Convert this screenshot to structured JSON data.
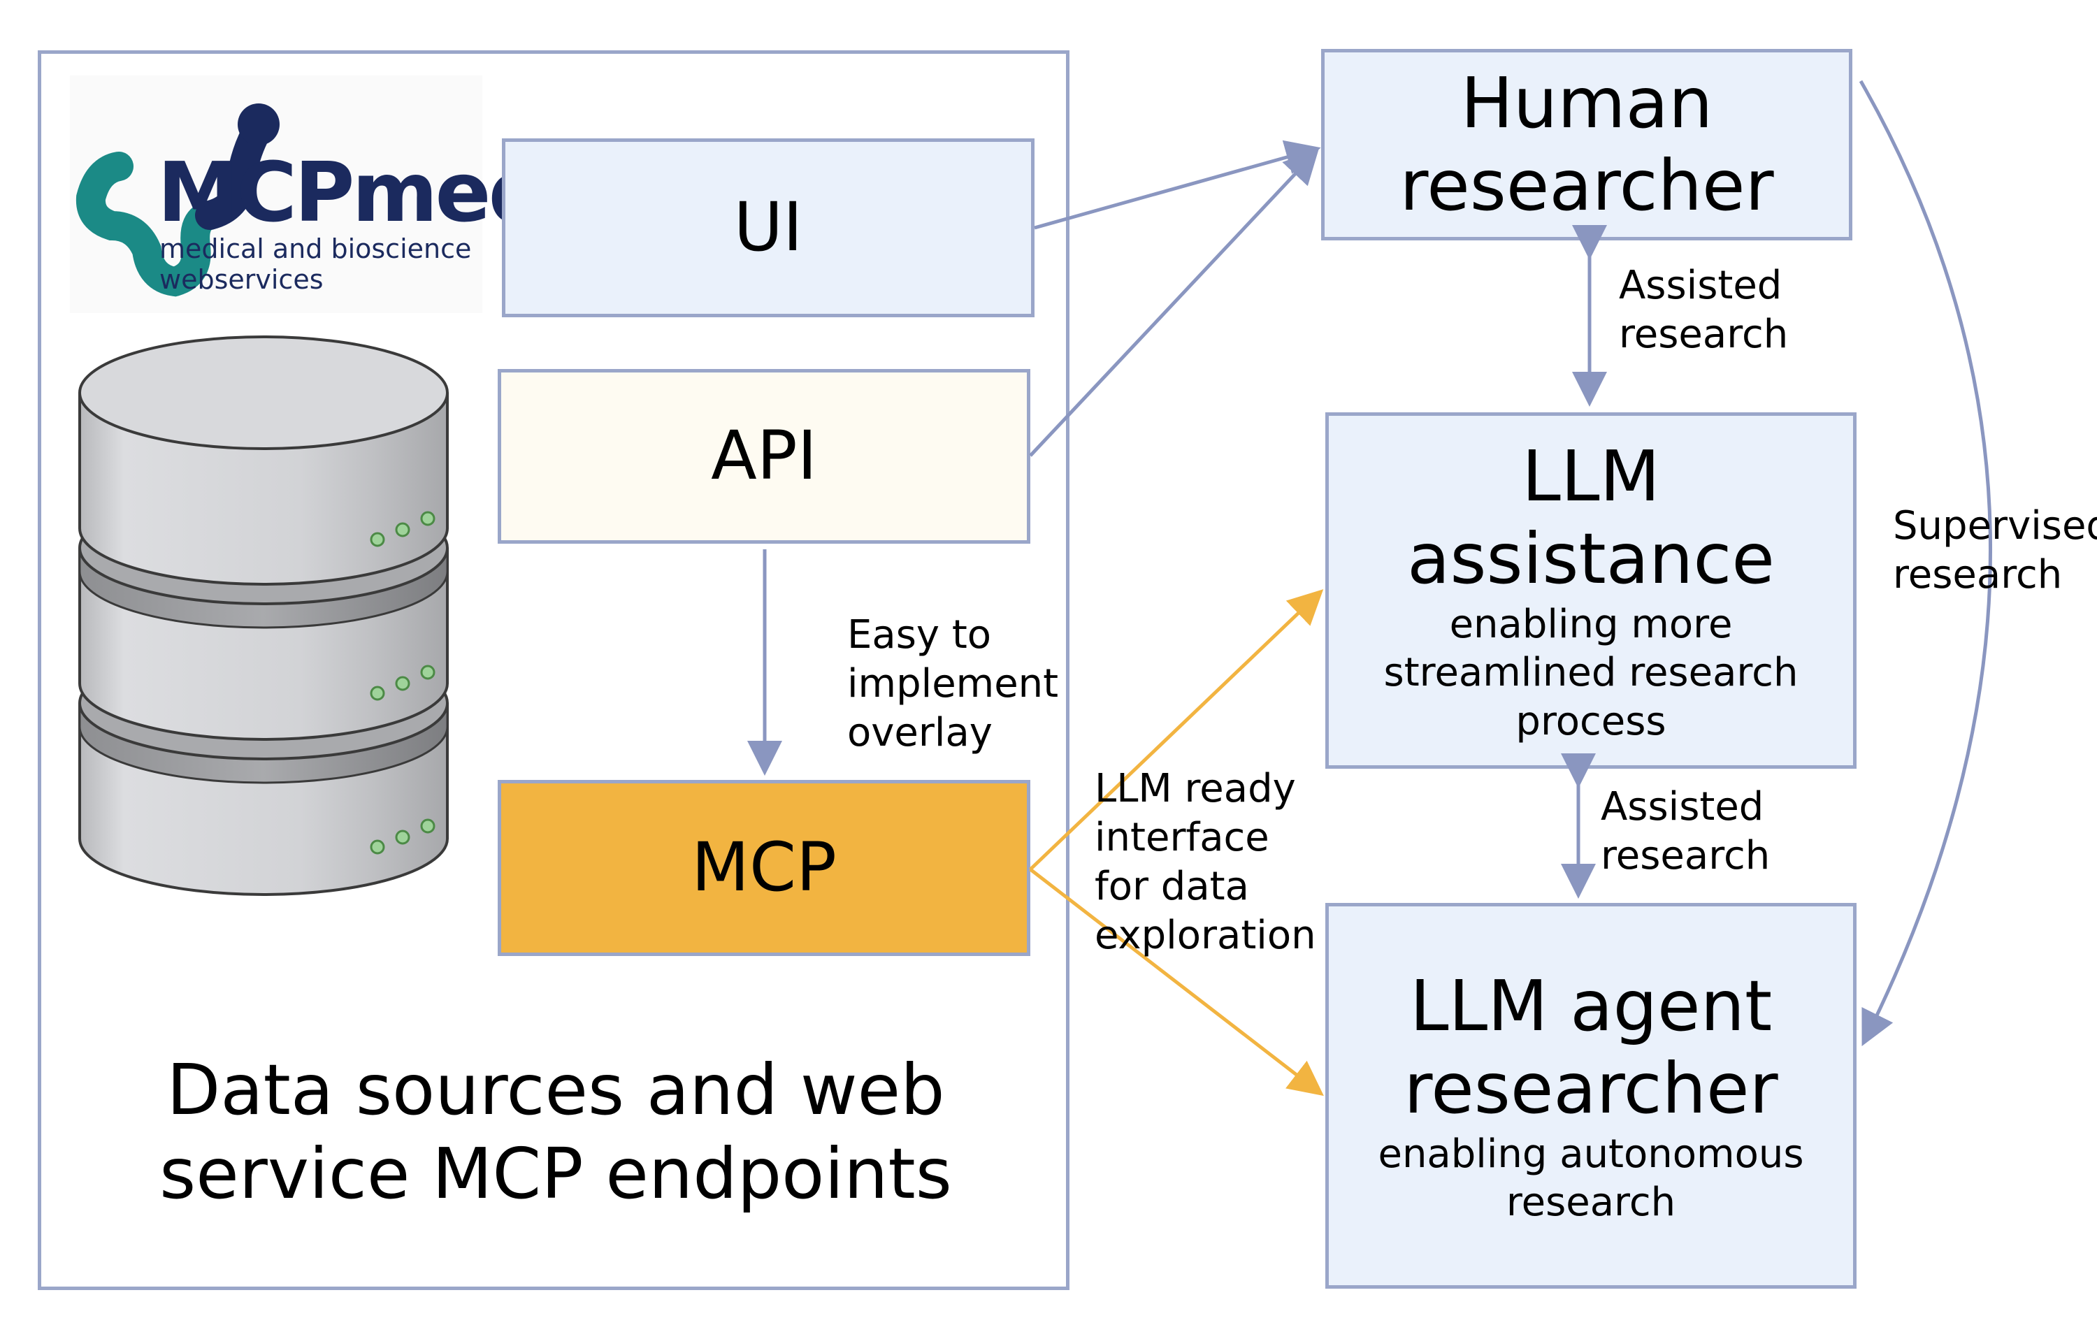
{
  "logo": {
    "name": "MCPmed",
    "tagline_line1": "medical and bioscience",
    "tagline_line2": "webservices"
  },
  "left_panel": {
    "caption_line1": "Data sources and web",
    "caption_line2": "service MCP endpoints"
  },
  "nodes": {
    "ui": "UI",
    "api": "API",
    "mcp": "MCP",
    "human_line1": "Human",
    "human_line2": "researcher",
    "llm_assist_line1": "LLM",
    "llm_assist_line2": "assistance",
    "llm_assist_sub1": "enabling more",
    "llm_assist_sub2": "streamlined research",
    "llm_assist_sub3": "process",
    "agent_line1": "LLM agent",
    "agent_line2": "researcher",
    "agent_sub1": "enabling autonomous",
    "agent_sub2": "research"
  },
  "edge_labels": {
    "overlay": [
      "Easy to",
      "implement",
      "overlay"
    ],
    "llm_ready": [
      "LLM ready",
      "interface",
      "for data",
      "exploration"
    ],
    "assisted_top": [
      "Assisted",
      "research"
    ],
    "assisted_bottom": [
      "Assisted",
      "research"
    ],
    "supervised": [
      "Supervised",
      "research"
    ]
  },
  "colors": {
    "border": "#9aa6c9",
    "orange": "#f2b441",
    "blue_fill": "#eaf1fb",
    "cream_fill": "#fefbf2",
    "logo_teal": "#1b8a86",
    "logo_navy": "#1b2a5e"
  }
}
